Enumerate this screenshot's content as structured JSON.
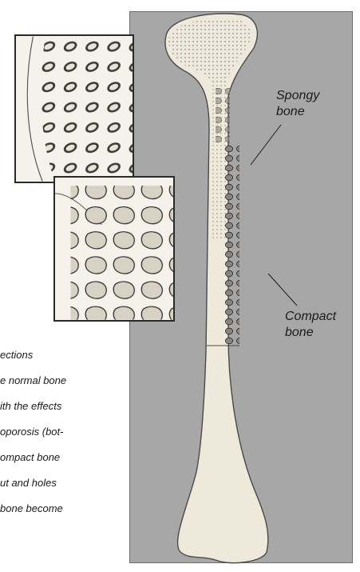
{
  "labels": {
    "spongy_line1": "Spongy",
    "spongy_line2": "bone",
    "compact_line1": "Compact",
    "compact_line2": "bone"
  },
  "caption": {
    "lines": [
      "ections",
      "e normal bone",
      "ith the effects",
      "oporosis (bot-",
      "ompact bone",
      "ut and holes",
      "bone become"
    ]
  },
  "colors": {
    "panel": "#a7a7a7",
    "bone": "#efe9dc",
    "ink": "#1a1a1a"
  }
}
